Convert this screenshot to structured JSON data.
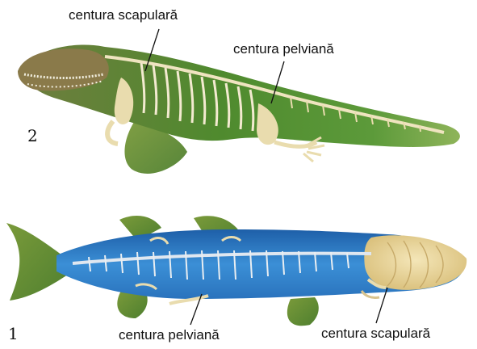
{
  "labels": {
    "top_scapular": "centura scapulară",
    "top_pelvic": "centura pelviană",
    "bottom_pelvic": "centura pelviană",
    "bottom_scapular": "centura scapulară"
  },
  "figure_numbers": {
    "tetrapod": "2",
    "fish": "1"
  },
  "colors": {
    "tetrapod_body": "#5f8a3a",
    "fish_body": "#2a6fb8",
    "bone": "#e9dcae",
    "skull": "#e8d49a"
  }
}
